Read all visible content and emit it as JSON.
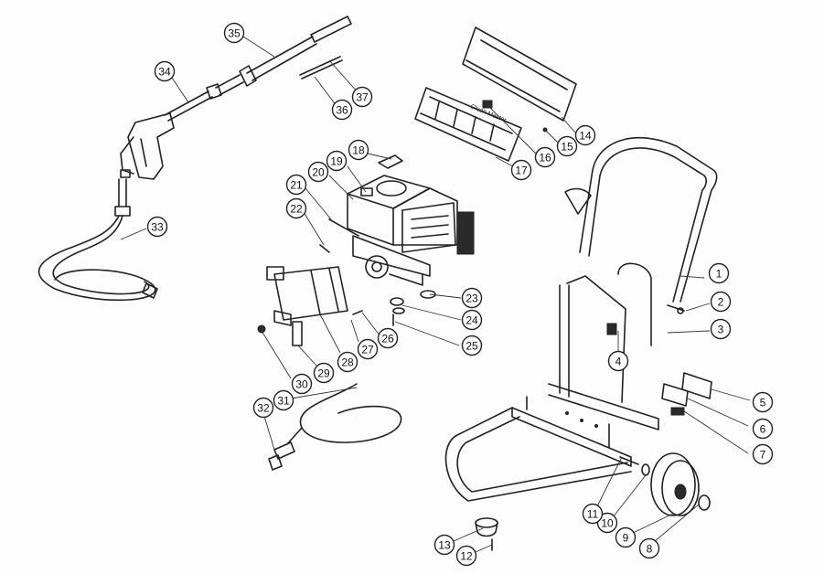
{
  "diagram": {
    "callouts": [
      {
        "id": "1",
        "label": "1"
      },
      {
        "id": "2",
        "label": "2"
      },
      {
        "id": "3",
        "label": "3"
      },
      {
        "id": "4",
        "label": "4"
      },
      {
        "id": "5",
        "label": "5"
      },
      {
        "id": "6",
        "label": "6"
      },
      {
        "id": "7",
        "label": "7"
      },
      {
        "id": "8",
        "label": "8"
      },
      {
        "id": "9",
        "label": "9"
      },
      {
        "id": "10",
        "label": "10"
      },
      {
        "id": "11",
        "label": "11"
      },
      {
        "id": "12",
        "label": "12"
      },
      {
        "id": "13",
        "label": "13"
      },
      {
        "id": "14",
        "label": "14"
      },
      {
        "id": "15",
        "label": "15"
      },
      {
        "id": "16",
        "label": "16"
      },
      {
        "id": "17",
        "label": "17"
      },
      {
        "id": "18",
        "label": "18"
      },
      {
        "id": "19",
        "label": "19"
      },
      {
        "id": "20",
        "label": "20"
      },
      {
        "id": "21",
        "label": "21"
      },
      {
        "id": "22",
        "label": "22"
      },
      {
        "id": "23",
        "label": "23"
      },
      {
        "id": "24",
        "label": "24"
      },
      {
        "id": "25",
        "label": "25"
      },
      {
        "id": "26",
        "label": "26"
      },
      {
        "id": "27",
        "label": "27"
      },
      {
        "id": "28",
        "label": "28"
      },
      {
        "id": "29",
        "label": "29"
      },
      {
        "id": "30",
        "label": "30"
      },
      {
        "id": "31",
        "label": "31"
      },
      {
        "id": "32",
        "label": "32"
      },
      {
        "id": "33",
        "label": "33"
      },
      {
        "id": "34",
        "label": "34"
      },
      {
        "id": "35",
        "label": "35"
      },
      {
        "id": "36",
        "label": "36"
      },
      {
        "id": "37",
        "label": "37"
      }
    ],
    "decal_text": "Clean Master"
  }
}
